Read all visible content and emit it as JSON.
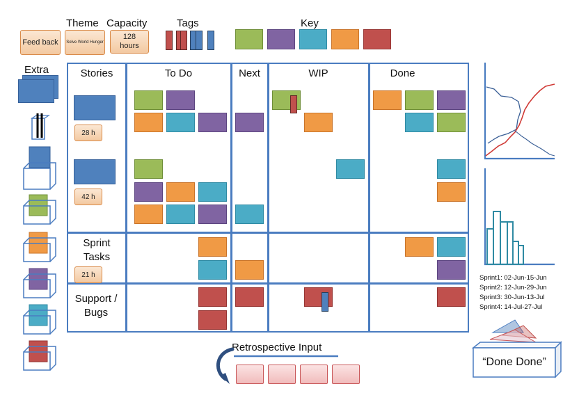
{
  "header": {
    "theme_label": "Theme",
    "capacity_label": "Capacity",
    "tags_label": "Tags",
    "key_label": "Key",
    "feedback_card": "Feed back",
    "theme_card": "Solve World Hunger",
    "capacity_card": "128 hours"
  },
  "key_colors": [
    "#9bbb59",
    "#8064a2",
    "#4bacc6",
    "#f09a45",
    "#c0504d"
  ],
  "extra_label": "Extra",
  "board": {
    "columns": [
      "Stories",
      "To Do",
      "Next",
      "WIP",
      "Done"
    ],
    "rows": [
      "Sprint Tasks",
      "Support / Bugs"
    ],
    "story_estimates": [
      "28 h",
      "42 h"
    ],
    "sprint_task_estimate": "21 h"
  },
  "sprints": [
    "Sprint1:  02-Jun-15-Jun",
    "Sprint2:  12-Jun-29-Jun",
    "Sprint3:  30-Jun-13-Jul",
    "Sprint4:  14-Jul-27-Jul"
  ],
  "retrospective_label": "Retrospective Input",
  "done_done_label": "“Done Done”"
}
